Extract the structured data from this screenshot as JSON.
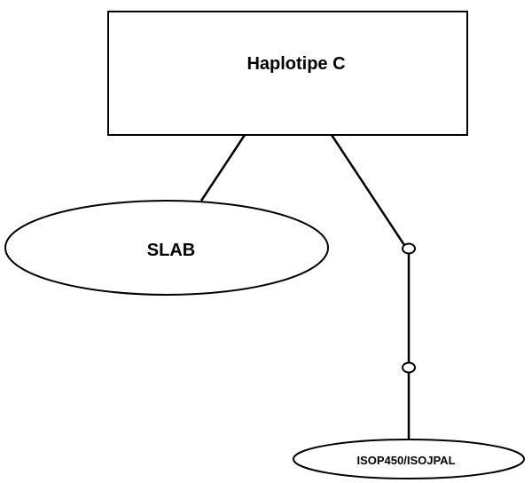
{
  "diagram": {
    "root": {
      "label": "Haplotipe C"
    },
    "left_node": {
      "label": "SLAB"
    },
    "bottom_node": {
      "label": "ISOP450/ISOJPAL"
    }
  }
}
